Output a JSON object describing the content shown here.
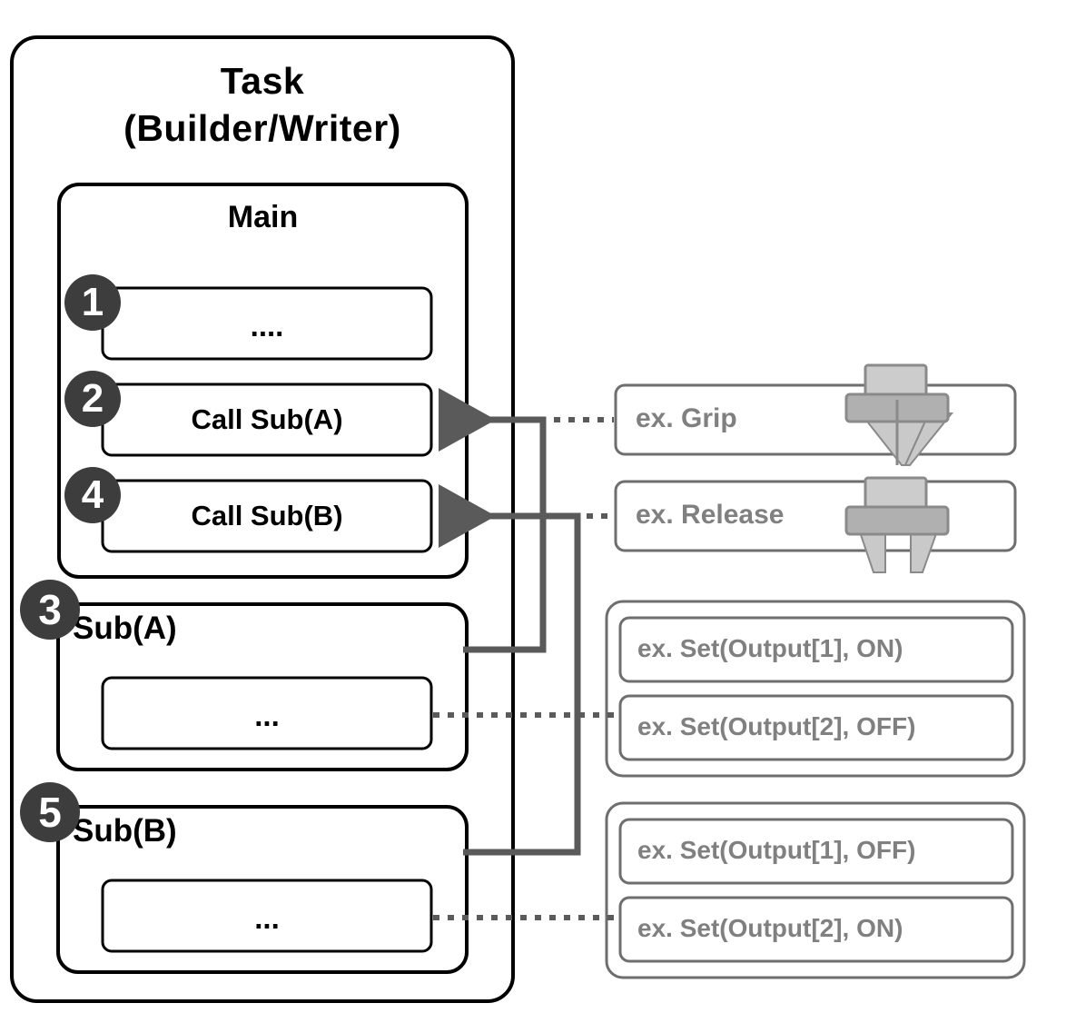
{
  "diagram": {
    "title_line1": "Task",
    "title_line2": "(Builder/Writer)",
    "main_label": "Main",
    "sub_a_label": "Sub(A)",
    "sub_b_label": "Sub(B)",
    "steps": [
      {
        "number": "1"
      },
      {
        "number": "2"
      },
      {
        "number": "3"
      },
      {
        "number": "4"
      },
      {
        "number": "5"
      }
    ],
    "main_rows": [
      {
        "number": "1",
        "text": "...."
      },
      {
        "number": "2",
        "text": "Call Sub(A)"
      },
      {
        "number": "4",
        "text": "Call Sub(B)"
      }
    ],
    "sub_a_row": {
      "text": "..."
    },
    "sub_b_row": {
      "text": "..."
    },
    "examples": {
      "grip": "ex. Grip",
      "release": "ex. Release",
      "group_a": [
        "ex. Set(Output[1], ON)",
        "ex. Set(Output[2], OFF)"
      ],
      "group_b": [
        "ex. Set(Output[1], OFF)",
        "ex. Set(Output[2], ON)"
      ]
    },
    "icons": {
      "grip": "gripper-closed-icon",
      "release": "gripper-open-icon"
    },
    "colors": {
      "outline_black": "#000000",
      "outline_gray": "#6e6e6e",
      "text_gray": "#808080",
      "badge_fill": "#3d3d3d",
      "connector": "#5a5a5a",
      "gripper_light": "#c2c2c2",
      "gripper_dark": "#aaaaaa"
    }
  }
}
